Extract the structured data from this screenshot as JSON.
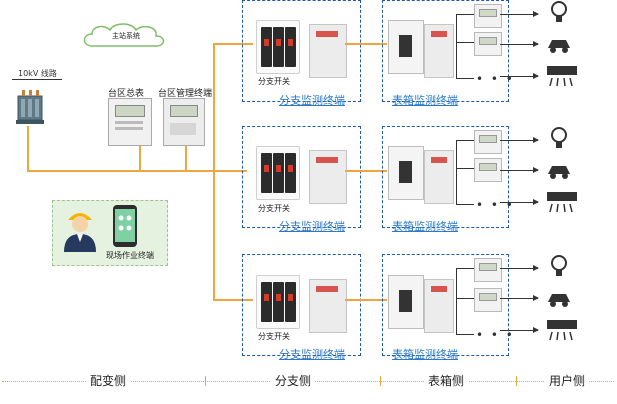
{
  "cloud_label": "主站系统",
  "line_label": "10kV 线路",
  "total_meter_label": "台区总表",
  "area_terminal_label": "台区管理终端",
  "worker_label": "现场作业终端",
  "rows": [
    {
      "switch_label": "分支开关",
      "branch_terminal_label": "分支监测终端",
      "box_terminal_label": "表箱监测终端",
      "dots": "• • •"
    },
    {
      "switch_label": "分支开关",
      "branch_terminal_label": "分支监测终端",
      "box_terminal_label": "表箱监测终端",
      "dots": "• • •"
    },
    {
      "switch_label": "分支开关",
      "branch_terminal_label": "分支监测终端",
      "box_terminal_label": "表箱监测终端",
      "dots": "• • •"
    }
  ],
  "sections": [
    {
      "label": "配变侧"
    },
    {
      "label": "分支侧"
    },
    {
      "label": "表箱侧"
    },
    {
      "label": "用户侧"
    }
  ],
  "colors": {
    "wire": "#f0a640",
    "accent_blue": "#2a78c8",
    "dashed_border": "#1f5aa6",
    "worker_panel": "#e6f2e0",
    "cloud_border": "#7fbf6a"
  },
  "icons": [
    "light-bulb-icon",
    "electric-car-icon",
    "air-conditioner-icon",
    "worker-icon",
    "phone-icon",
    "transformer-icon",
    "cloud-icon"
  ]
}
